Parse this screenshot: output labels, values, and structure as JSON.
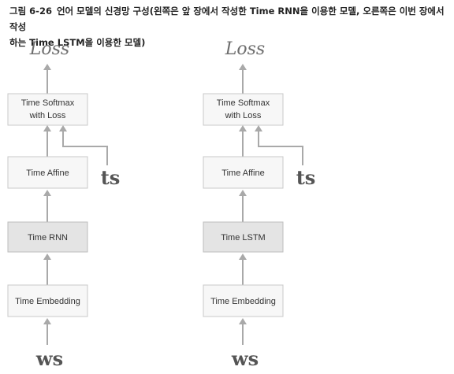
{
  "caption": {
    "figure_number": "그림 6-26",
    "lead": "언어 모델의 신경망 구성(왼쪽은 앞 장에서 작성한 Time RNN을 이용한 모델, 오른쪽은 이번 장에서 작성",
    "tail": "하는 Time LSTM을 이용한 모델)"
  },
  "left_model": {
    "loss": "Loss",
    "softmax_line1": "Time Softmax",
    "softmax_line2": "with Loss",
    "affine": "Time Affine",
    "recurrent": "Time RNN",
    "embedding": "Time Embedding",
    "input": "ws",
    "target": "ts"
  },
  "right_model": {
    "loss": "Loss",
    "softmax_line1": "Time Softmax",
    "softmax_line2": "with Loss",
    "affine": "Time Affine",
    "recurrent": "Time LSTM",
    "embedding": "Time Embedding",
    "input": "ws",
    "target": "ts"
  }
}
